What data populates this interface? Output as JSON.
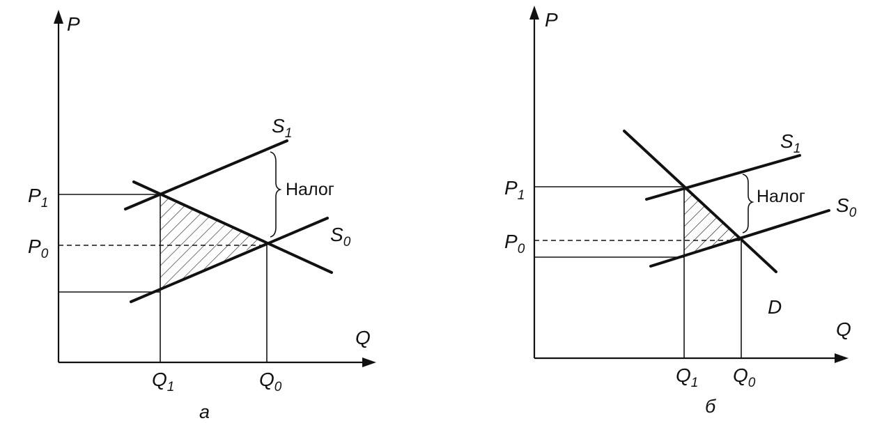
{
  "panel_a": {
    "axis_y": "P",
    "axis_x": "Q",
    "p1": "P",
    "p1_sub": "1",
    "p0": "P",
    "p0_sub": "0",
    "s1": "S",
    "s1_sub": "1",
    "s0": "S",
    "s0_sub": "0",
    "tax": "Налог",
    "q1": "Q",
    "q1_sub": "1",
    "q0": "Q",
    "q0_sub": "0",
    "caption": "а"
  },
  "panel_b": {
    "axis_y": "P",
    "axis_x": "Q",
    "p1": "P",
    "p1_sub": "1",
    "p0": "P",
    "p0_sub": "0",
    "s1": "S",
    "s1_sub": "1",
    "s0": "S",
    "s0_sub": "0",
    "tax": "Налог",
    "d": "D",
    "q1": "Q",
    "q1_sub": "1",
    "q0": "Q",
    "q0_sub": "0",
    "caption": "б"
  }
}
